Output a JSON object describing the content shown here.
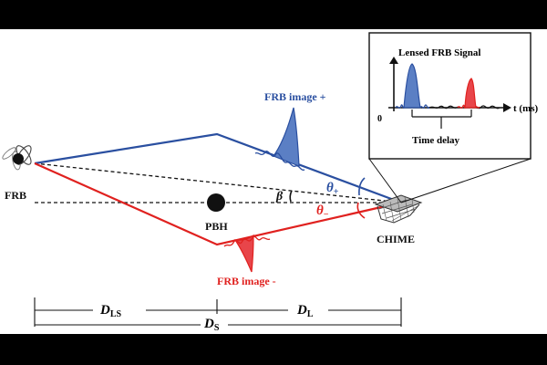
{
  "labels": {
    "source": "FRB",
    "lens": "PBH",
    "telescope": "CHIME",
    "image_plus": "FRB image +",
    "image_minus": "FRB image -",
    "beta": "β",
    "theta_plus_base": "θ",
    "theta_plus_sub": "+",
    "theta_minus_base": "θ",
    "theta_minus_sub": "−",
    "dist_ls_base": "D",
    "dist_ls_sub": "LS",
    "dist_l_base": "D",
    "dist_l_sub": "L",
    "dist_s_base": "D",
    "dist_s_sub": "S"
  },
  "inset": {
    "title": "Lensed  FRB Signal",
    "axis_label": "t (ms)",
    "origin_label": "0",
    "delay_label": "Time delay"
  },
  "colors": {
    "background": "#ffffff",
    "frame": "#000000",
    "plus_path": "#2a4fa0",
    "minus_path": "#e0211f",
    "plus_fill": "#5b7fc4",
    "minus_fill": "#e8454a",
    "text": "#111111"
  }
}
